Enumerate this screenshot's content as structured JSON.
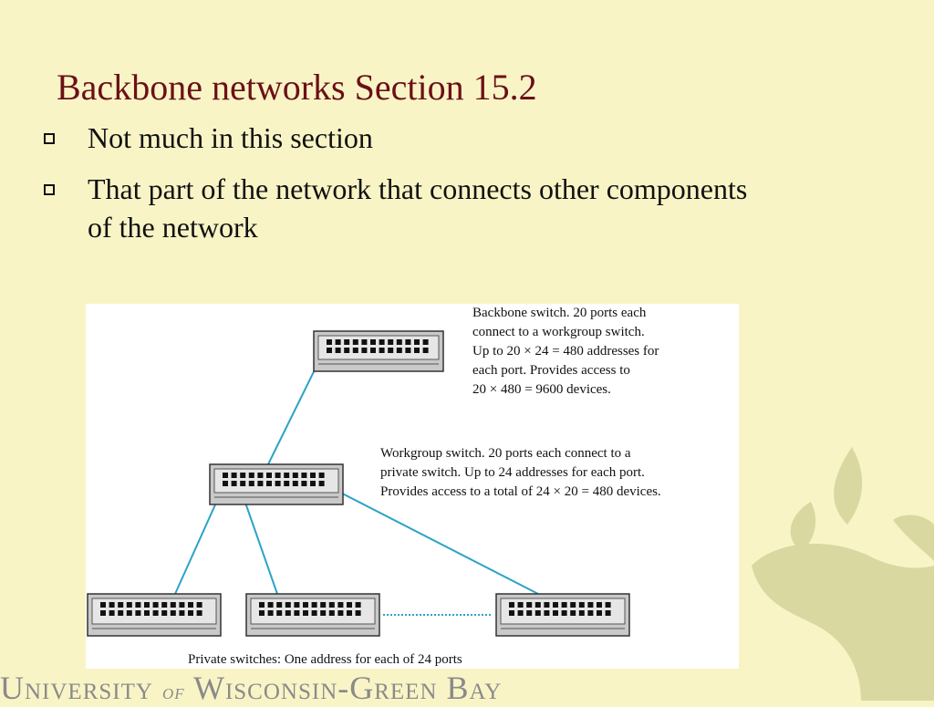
{
  "slide": {
    "title": "Backbone networks Section 15.2",
    "bullets": [
      {
        "text": "Not much in this section"
      },
      {
        "text": "That part of the network that connects other components of the network"
      }
    ]
  },
  "figure": {
    "backbone_caption": "Backbone switch. 20 ports each\nconnect to a workgroup switch.\nUp to 20 × 24 = 480 addresses for\neach port. Provides access to\n20 × 480 = 9600 devices.",
    "workgroup_caption": "Workgroup switch. 20 ports each connect to a\nprivate switch. Up to 24 addresses for each port.\nProvides access to a total of 24 × 20 = 480 devices.",
    "private_caption": "Private switches: One address for each of 24 ports",
    "colors": {
      "link": "#2aa3c8",
      "switch_fill": "#c9c9c9",
      "port": "#111111"
    }
  },
  "footer": {
    "logo_part1": "University",
    "logo_of": "of",
    "logo_part2": "Wisconsin-Green Bay"
  },
  "theme": {
    "background": "#f8f4c6",
    "title_color": "#6b1016"
  }
}
